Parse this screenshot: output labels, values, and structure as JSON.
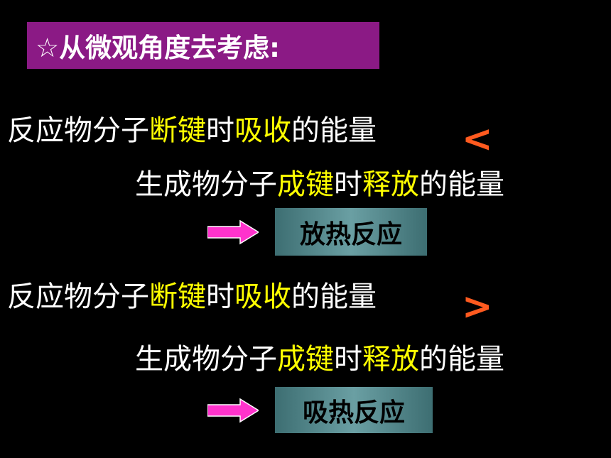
{
  "title": "☆从微观角度去考虑:",
  "block1": {
    "line1": [
      {
        "text": "反应物分子",
        "color": "white"
      },
      {
        "text": "断键",
        "color": "yellow"
      },
      {
        "text": "时",
        "color": "white"
      },
      {
        "text": "吸收",
        "color": "yellow"
      },
      {
        "text": "的能量",
        "color": "white"
      }
    ],
    "sign": "<",
    "line2": [
      {
        "text": "生成物分子",
        "color": "white"
      },
      {
        "text": "成键",
        "color": "yellow"
      },
      {
        "text": "时",
        "color": "white"
      },
      {
        "text": "释放",
        "color": "yellow"
      },
      {
        "text": "的能量",
        "color": "white"
      }
    ],
    "result": "放热反应"
  },
  "block2": {
    "line1": [
      {
        "text": "反应物分子",
        "color": "white"
      },
      {
        "text": "断键",
        "color": "yellow"
      },
      {
        "text": "时",
        "color": "white"
      },
      {
        "text": "吸收",
        "color": "yellow"
      },
      {
        "text": "的能量",
        "color": "white"
      }
    ],
    "sign": ">",
    "line2": [
      {
        "text": "生成物分子",
        "color": "white"
      },
      {
        "text": "成键",
        "color": "yellow"
      },
      {
        "text": "时",
        "color": "white"
      },
      {
        "text": "释放",
        "color": "yellow"
      },
      {
        "text": "的能量",
        "color": "white"
      }
    ],
    "result": "吸热反应"
  },
  "colors": {
    "title_bg": "#8b1a85",
    "highlight": "#ffff00",
    "sign": "#ff5a1f",
    "arrow": "#ff33cc",
    "result_bg": "#5f9296"
  }
}
